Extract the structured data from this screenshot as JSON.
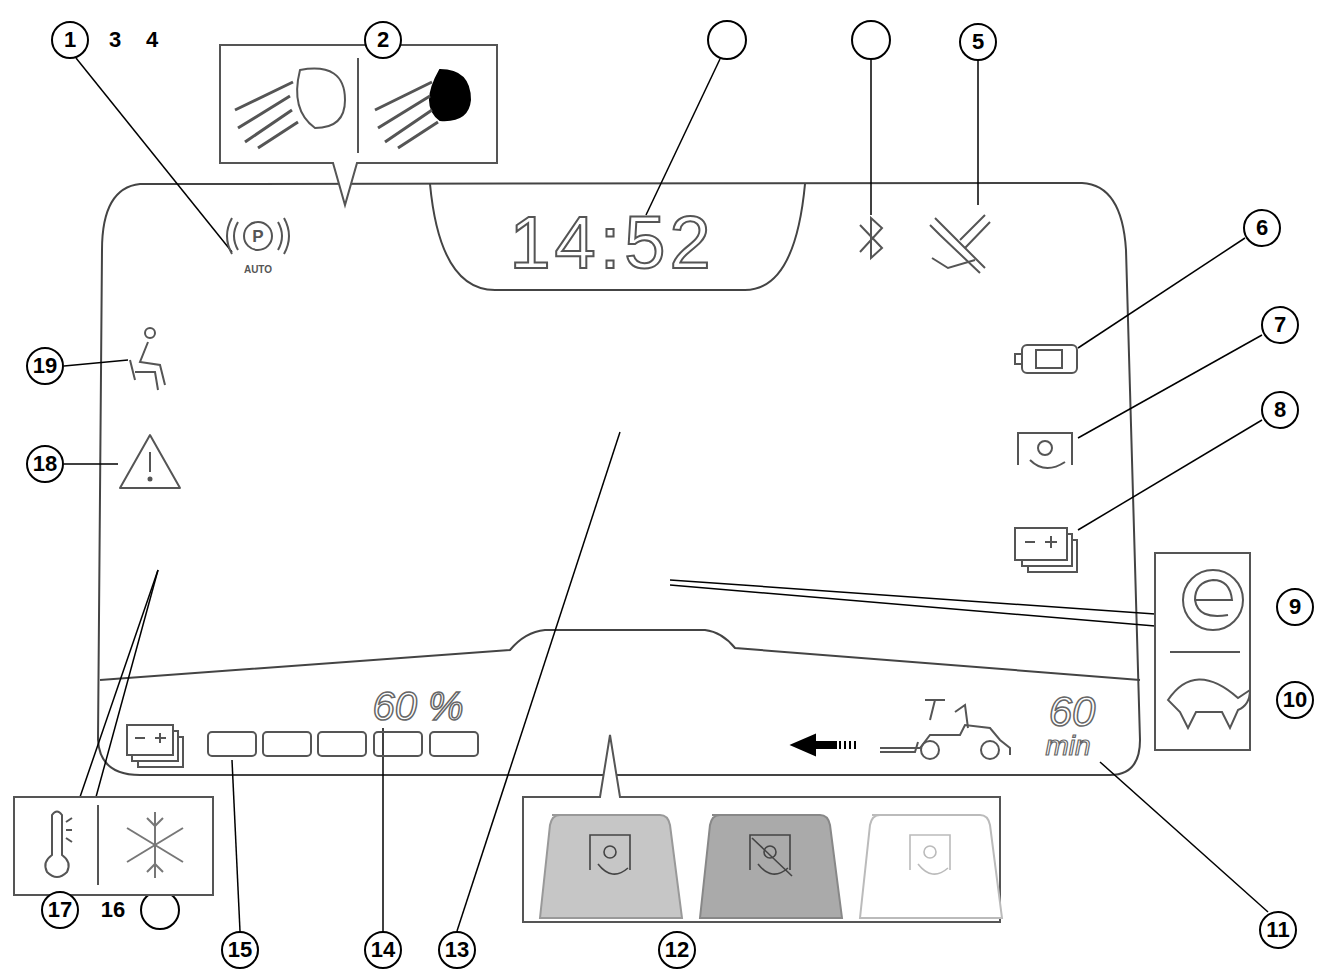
{
  "diagram": {
    "labels": [
      "1",
      "3",
      "4",
      "2",
      "5",
      "14:52",
      "P",
      "AUTO",
      "6",
      "7",
      "19",
      "8",
      "18",
      "9",
      "10",
      "60 %",
      "60",
      "min",
      "17",
      "16",
      "15",
      "14",
      "13",
      "12",
      "11"
    ]
  }
}
